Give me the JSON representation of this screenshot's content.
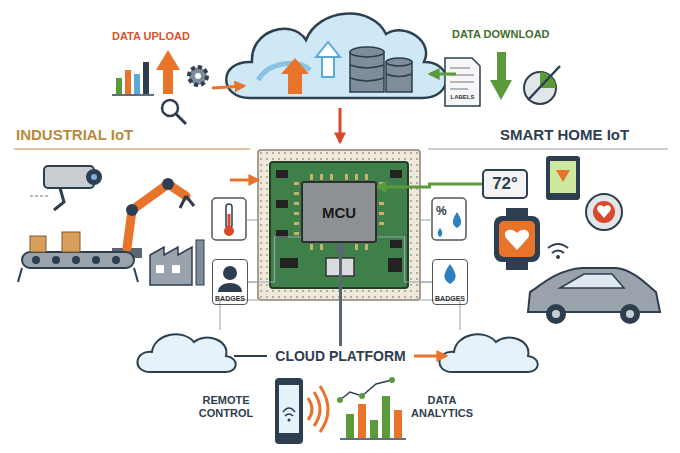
{
  "diagram": {
    "nodes": [
      {
        "text": [
          "72°"
        ]
      },
      {
        "text": [
          "MCU"
        ]
      },
      {
        "text": [
          "BADGES"
        ]
      },
      {
        "text": [
          "BADGES"
        ]
      },
      {
        "text": [
          "CLOUD PLATFORM"
        ]
      }
    ],
    "edges": [
      {
        "from": 0,
        "to": 1,
        "arrow": "to"
      },
      {
        "from": 2,
        "to": 1,
        "arrow": "none"
      },
      {
        "from": 3,
        "to": 1,
        "arrow": "none"
      },
      {
        "from": 4,
        "to": 1,
        "arrow": "to"
      }
    ],
    "labels": [
      "DATA UPLOAD",
      "DATA DOWNLOAD",
      "LABELS",
      "INDUSTRIAL IoT",
      "SMART HOME IoT",
      "REMOTE CONTROL",
      "DATA ANALYTICS",
      "%"
    ]
  }
}
